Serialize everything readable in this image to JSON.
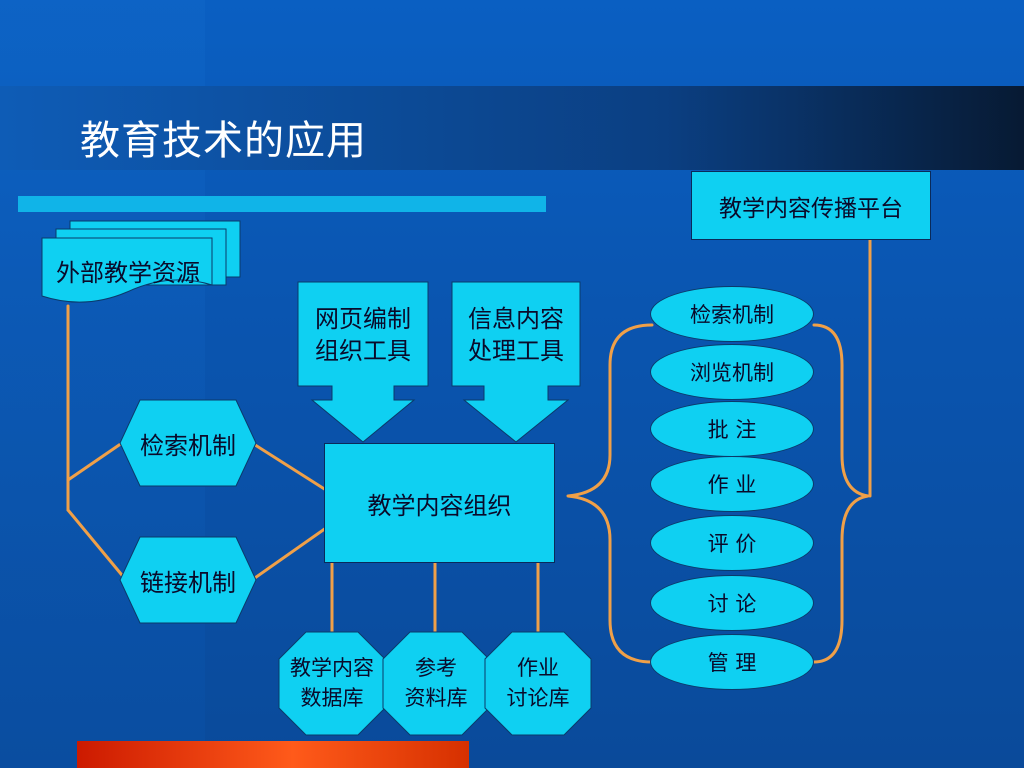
{
  "title": "教育技术的应用",
  "external_resources": "外部教学资源",
  "mechanisms": {
    "search": "检索机制",
    "link": "链接机制"
  },
  "tools": {
    "web_tool": [
      "网页编制",
      "组织工具"
    ],
    "info_tool": [
      "信息内容",
      "处理工具"
    ]
  },
  "center": "教学内容组织",
  "databases": [
    [
      "教学内容",
      "数据库"
    ],
    [
      "参考",
      "资料库"
    ],
    [
      "作业",
      "讨论库"
    ]
  ],
  "platform": "教学内容传播平台",
  "platform_items": [
    "检索机制",
    "浏览机制",
    "批  注",
    "作  业",
    "评  价",
    "讨  论",
    "管  理"
  ],
  "colors": {
    "box_fill": "#0fd0f2",
    "connector": "#f0a048",
    "background": "#0a55b0",
    "accent_bar": "#10b4e8",
    "bottom_bar": "#ff5a1a"
  }
}
